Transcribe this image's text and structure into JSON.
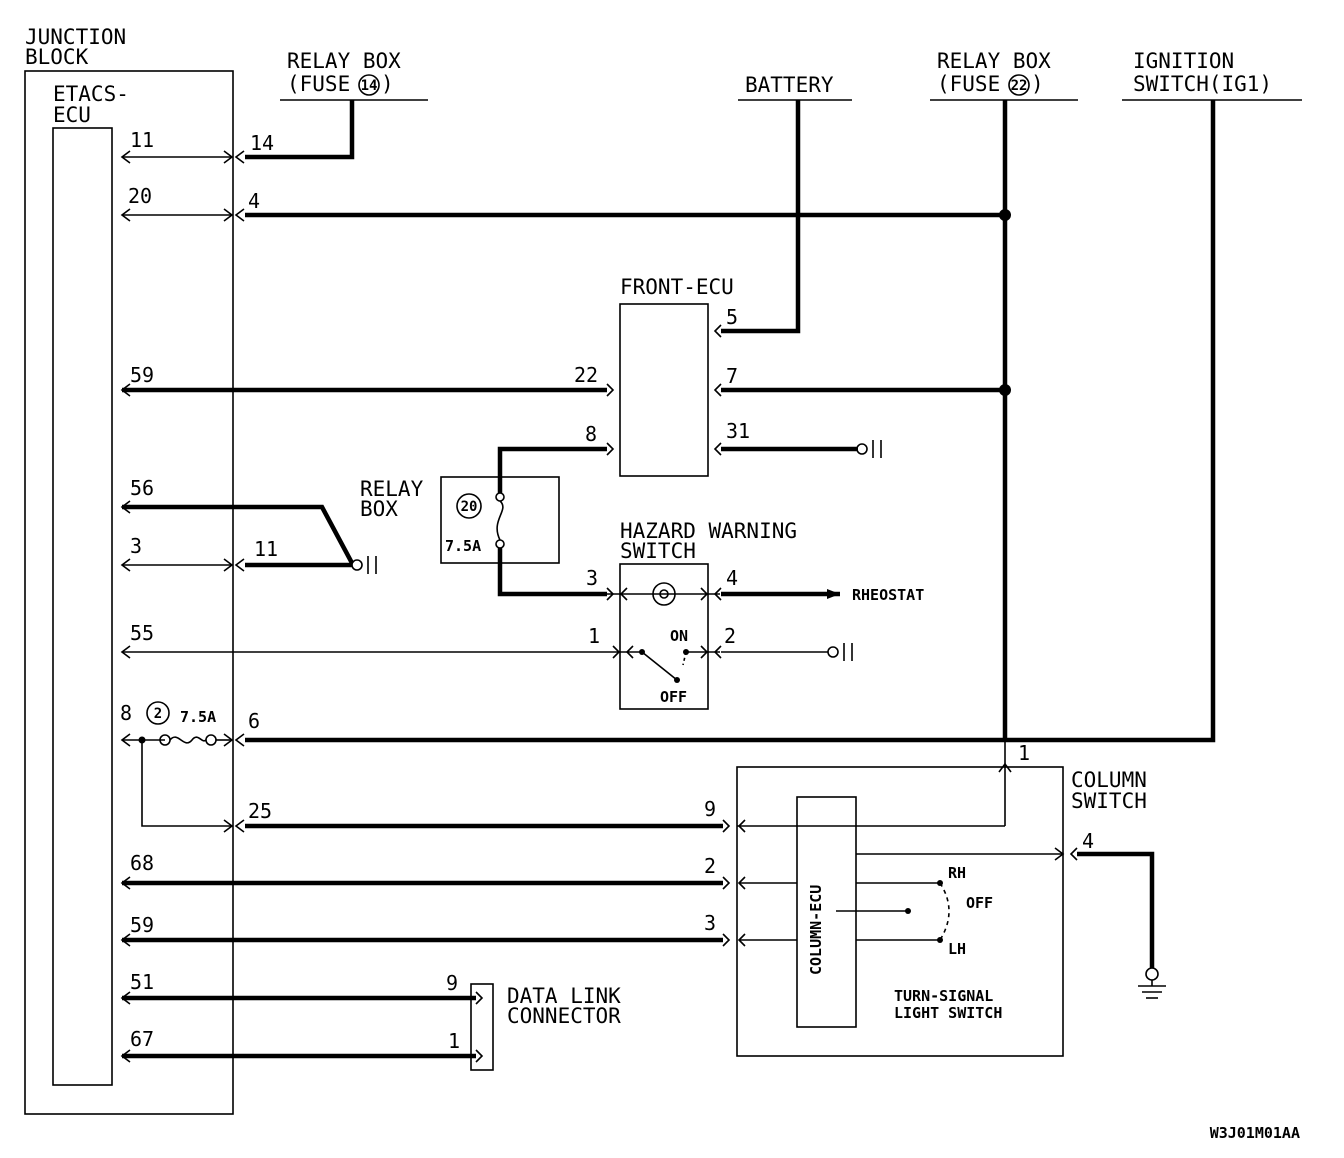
{
  "labels": {
    "junction_block": [
      "JUNCTION",
      "BLOCK"
    ],
    "etacs_ecu": [
      "ETACS-",
      "ECU"
    ],
    "relay_box_fuse14": [
      "RELAY BOX",
      "(FUSE",
      ")"
    ],
    "fuse14": "14",
    "battery": "BATTERY",
    "relay_box_fuse22": [
      "RELAY BOX",
      "(FUSE",
      ")"
    ],
    "fuse22": "22",
    "ignition_switch": [
      "IGNITION",
      "SWITCH(IG1)"
    ],
    "front_ecu": "FRONT-ECU",
    "relay_box": [
      "RELAY",
      "BOX"
    ],
    "relay_fuse_no": "20",
    "relay_fuse_amp": "7.5A",
    "hazard_switch": [
      "HAZARD WARNING",
      "SWITCH"
    ],
    "rheostat": "RHEOSTAT",
    "on": "ON",
    "off": "OFF",
    "fuse2_no": "2",
    "fuse2_amp": "7.5A",
    "column_switch": [
      "COLUMN",
      "SWITCH"
    ],
    "column_ecu": "COLUMN-ECU",
    "rh": "RH",
    "ts_off": "OFF",
    "lh": "LH",
    "turn_signal": [
      "TURN-SIGNAL",
      "LIGHT SWITCH"
    ],
    "data_link": [
      "DATA LINK",
      "CONNECTOR"
    ],
    "figure_code": "W3J01M01AA"
  },
  "pins": {
    "ecu_left": [
      "11",
      "20",
      "59",
      "56",
      "3",
      "55",
      "8",
      "68",
      "59",
      "51",
      "67"
    ],
    "jb_right": [
      "14",
      "4",
      "11",
      "6",
      "25"
    ],
    "front_ecu": [
      "5",
      "22",
      "7",
      "8",
      "31"
    ],
    "hazard": [
      "3",
      "4",
      "1",
      "2"
    ],
    "column": [
      "1",
      "9",
      "2",
      "3",
      "4"
    ],
    "dlc": [
      "9",
      "1"
    ]
  }
}
